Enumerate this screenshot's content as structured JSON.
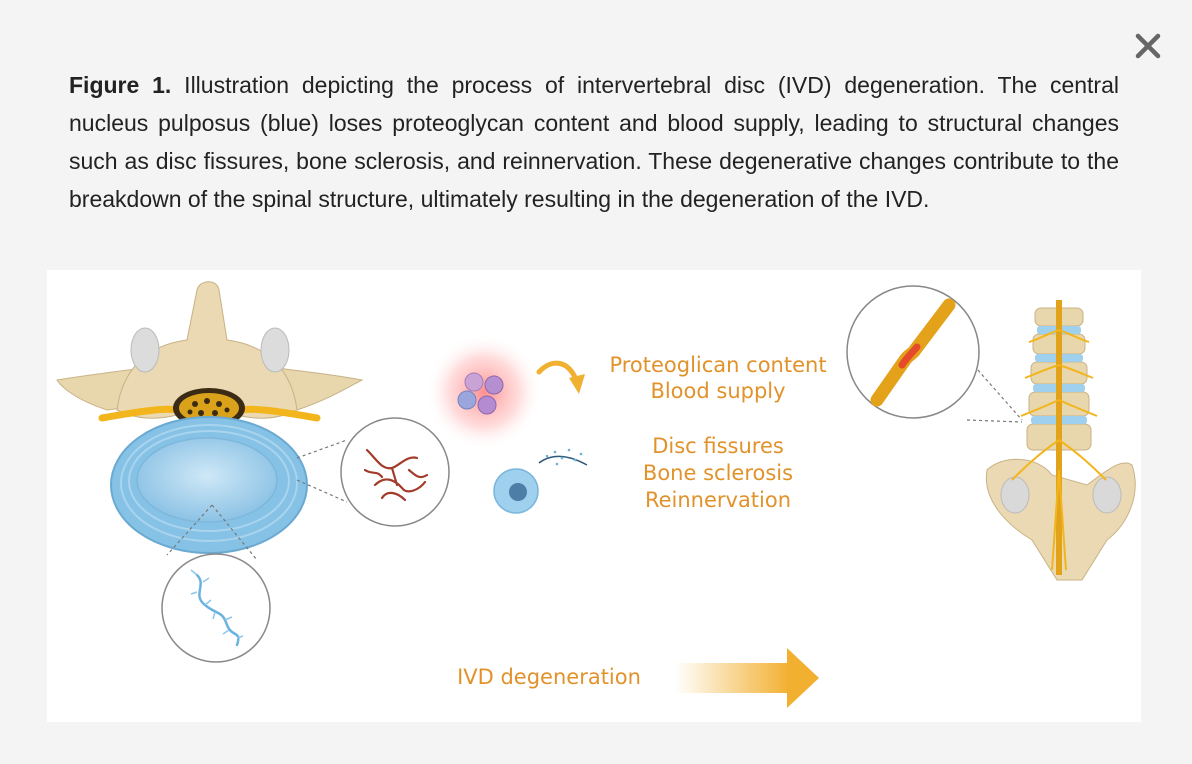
{
  "modal": {
    "close_icon": "close-icon",
    "close_color": "#666666"
  },
  "caption": {
    "label": "Figure 1.",
    "text": " Illustration depicting the process of intervertebral disc (IVD) degeneration. The central nucleus pulposus (blue) loses proteoglycan content and blood supply, leading to structural changes such as disc fissures, bone sclerosis, and reinnervation. These degenerative changes contribute to the breakdown of the spinal structure, ultimately resulting in the degeneration of the IVD."
  },
  "figure": {
    "accent_color": "#e2922a",
    "disc_color": "#9fd0ee",
    "bone_color": "#e8d6ad",
    "nerve_color": "#f2b51c",
    "loss_lines": [
      "Proteoglican content",
      "Blood supply"
    ],
    "change_lines": [
      "Disc fissures",
      "Bone sclerosis",
      "Reinnervation"
    ],
    "progress_label": "IVD degeneration"
  }
}
